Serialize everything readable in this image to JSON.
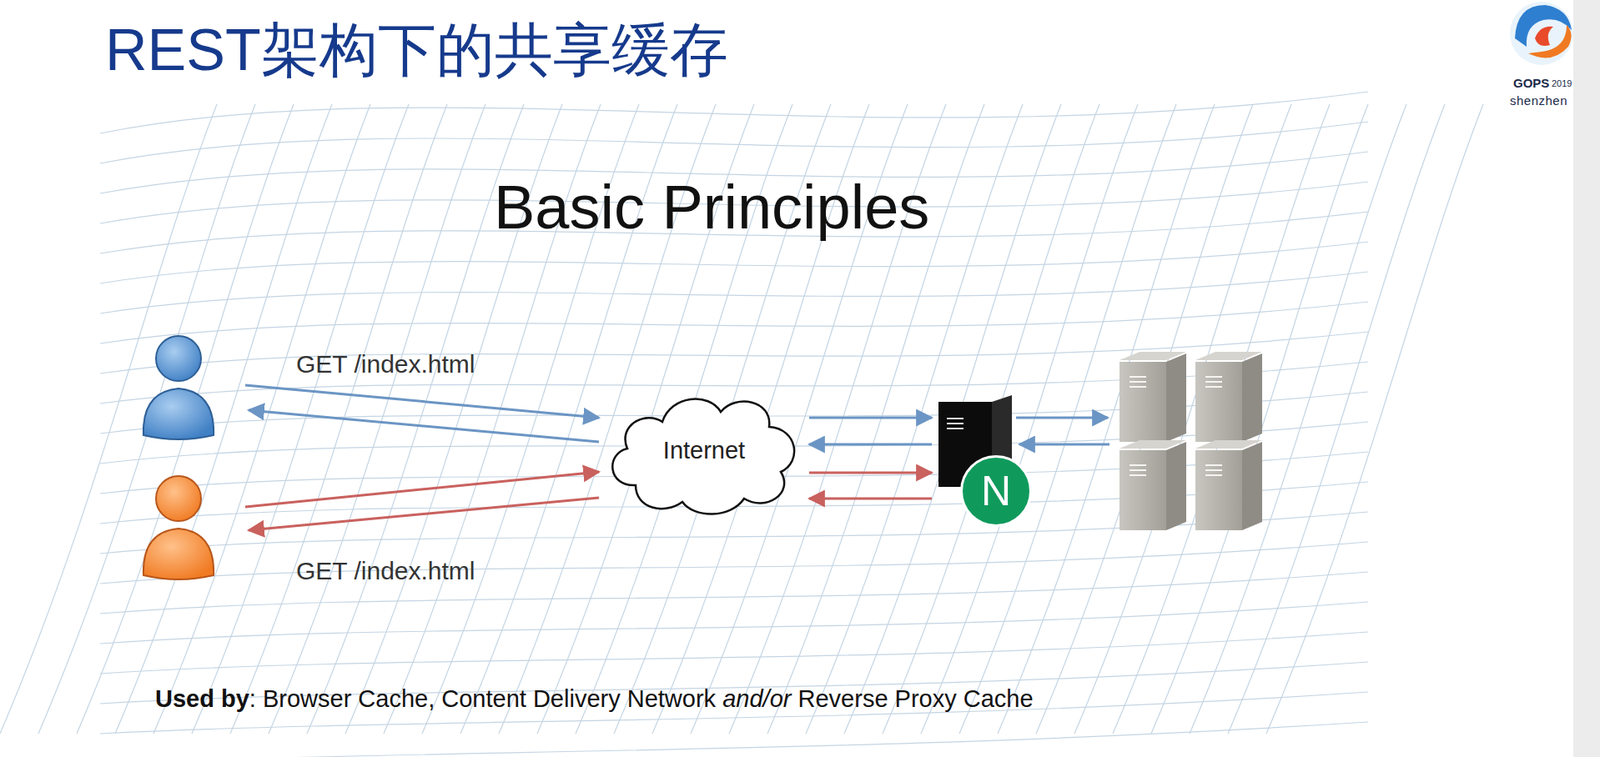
{
  "diagram": {
    "title": "REST架构下的共享缓存",
    "nodes": [
      {
        "text": [
          "Internet"
        ]
      },
      {
        "text": [
          "N"
        ]
      }
    ],
    "edges": [
      {
        "from": 0,
        "to": 1,
        "arrow": "to"
      },
      {
        "from": 1,
        "to": 0,
        "arrow": "to"
      },
      {
        "from": 0,
        "to": 1,
        "arrow": "to"
      },
      {
        "from": 1,
        "to": 0,
        "arrow": "to"
      }
    ],
    "labels": [
      "Basic Principles",
      "GET /index.html",
      "GET /index.html",
      "Used by",
      ": Browser Cache, Content Delivery Network",
      "and/or",
      "Reverse Proxy Cache",
      "GOPS",
      "2019",
      "shenzhen"
    ]
  }
}
